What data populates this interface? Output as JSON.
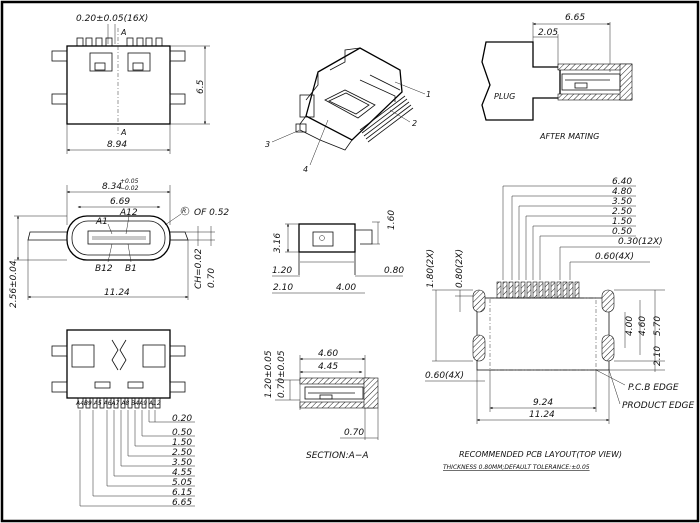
{
  "front_view": {
    "pitch_dim": "0.20±0.05(16X)",
    "section_mark_top": "A",
    "section_mark_bottom": "A",
    "height_dim": "6.5",
    "width_dim": "8.94"
  },
  "iso_view": {
    "callouts": [
      "1",
      "2",
      "3",
      "4"
    ]
  },
  "mating_view": {
    "dim_total": "6.65",
    "dim_offset": "2.05",
    "plug_label": "PLUG",
    "caption": "AFTER MATING"
  },
  "face_view": {
    "outer_width": "8.34",
    "outer_tol_plus": "+0.05",
    "outer_tol_minus": "−0.02",
    "inner_width": "6.69",
    "pin_a1": "A1",
    "pin_a12": "A12",
    "pin_b12": "B12",
    "pin_b1": "B1",
    "radius": "R",
    "radius_value": "OF 0.52",
    "ch_dim": "CH=0.02",
    "right_dim": "0.70",
    "height_dim": "2.56±0.04",
    "bottom_width": "11.24"
  },
  "side_view": {
    "height_dim": "3.16",
    "top_dim": "1.60",
    "left_dim": "1.20",
    "right_dim": "0.80",
    "bottom_left": "2.10",
    "bottom_mid": "4.00"
  },
  "bottom_view": {
    "pin_labels": "A4B9 A5 A6A7 A8 B4A9 A12",
    "dims": [
      "0.20",
      "0.50",
      "1.50",
      "2.50",
      "3.50",
      "4.55",
      "5.05",
      "6.15",
      "6.65"
    ]
  },
  "section_view": {
    "vertical_dim_1": "1.20±0.05",
    "vertical_dim_2": "0.70±0.05",
    "top_dim": "4.60",
    "second_dim": "4.45",
    "bottom_dim": "0.70",
    "caption": "SECTION:A−A"
  },
  "pcb_layout": {
    "top_dims": [
      "6.40",
      "4.80",
      "3.50",
      "2.50",
      "1.50",
      "0.50",
      "0.30(12X)",
      "0.60(4X)"
    ],
    "left_dim_1": "1.80(2X)",
    "left_dim_2": "0.80(2X)",
    "right_dim_1": "4.00",
    "right_dim_2": "4.60",
    "right_dim_3": "5.70",
    "right_dim_4": "2.10",
    "left_bottom_dim": "0.60(4X)",
    "label_pcb_edge": "P.C.B EDGE",
    "label_product_edge": "PRODUCT EDGE",
    "bottom_dim_1": "9.24",
    "bottom_dim_2": "11.24",
    "title": "RECOMMENDED PCB LAYOUT(TOP VIEW)",
    "subtitle": "THICKNESS 0.80MM;DEFAULT TOLERANCE:±0.05"
  }
}
